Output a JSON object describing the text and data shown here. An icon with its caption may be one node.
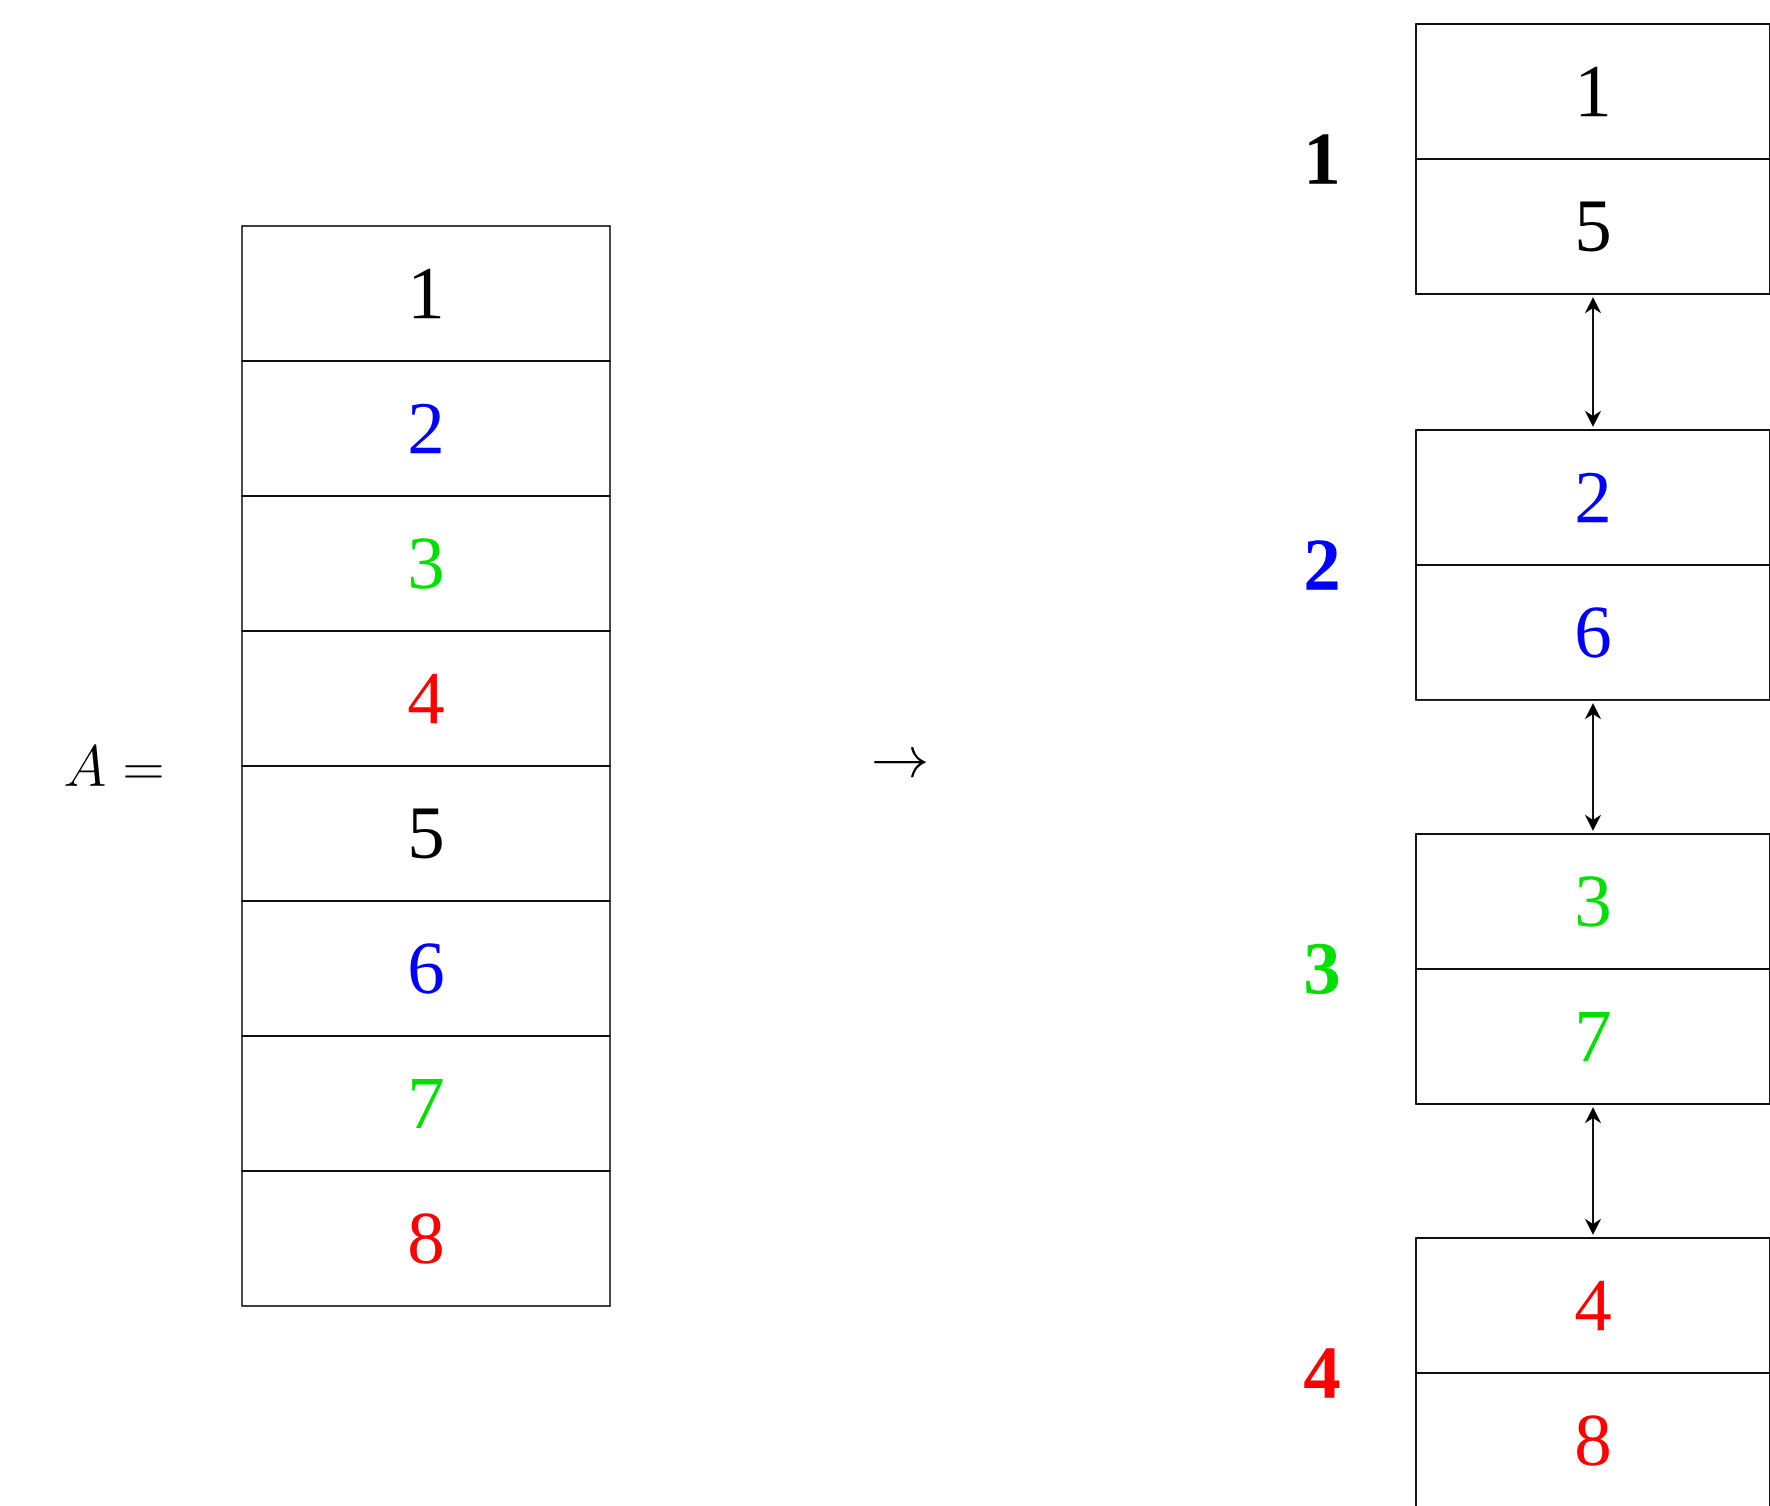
{
  "diagram": {
    "nodes": [
      {
        "text": [
          "1"
        ]
      },
      {
        "text": [
          "2"
        ]
      },
      {
        "text": [
          "3"
        ]
      },
      {
        "text": [
          "4"
        ]
      },
      {
        "text": [
          "5"
        ]
      },
      {
        "text": [
          "6"
        ]
      },
      {
        "text": [
          "7"
        ]
      },
      {
        "text": [
          "8"
        ]
      },
      {
        "text": [],
        "shape": "box",
        "beside": [
          "1"
        ]
      },
      {
        "text": [
          "1"
        ],
        "in": 8
      },
      {
        "text": [
          "5"
        ],
        "in": 8
      },
      {
        "text": [],
        "shape": "box",
        "beside": [
          "2"
        ]
      },
      {
        "text": [
          "2"
        ],
        "in": 11
      },
      {
        "text": [
          "6"
        ],
        "in": 11
      },
      {
        "text": [],
        "shape": "box",
        "beside": [
          "3"
        ]
      },
      {
        "text": [
          "3"
        ],
        "in": 14
      },
      {
        "text": [
          "7"
        ],
        "in": 14
      },
      {
        "text": [],
        "shape": "box",
        "beside": [
          "4"
        ]
      },
      {
        "text": [
          "4"
        ],
        "in": 17
      },
      {
        "text": [
          "8"
        ],
        "in": 17
      }
    ],
    "edges": [
      {
        "from": 8,
        "to": 11,
        "arrow": "both"
      },
      {
        "from": 11,
        "to": 14,
        "arrow": "both"
      },
      {
        "from": 14,
        "to": 17,
        "arrow": "both"
      }
    ],
    "labels": [
      "A =",
      "\\rightarrow"
    ]
  }
}
